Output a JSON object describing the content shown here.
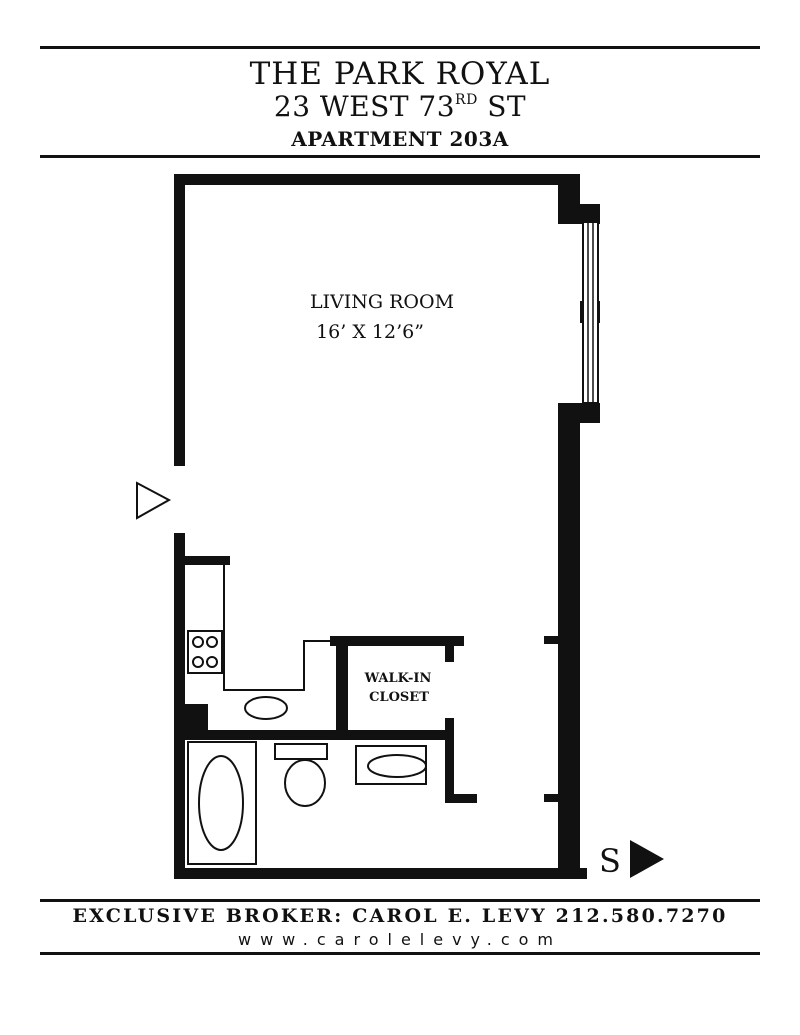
{
  "header": {
    "building_name": "THE PARK ROYAL",
    "address_prefix": "23 WEST 73",
    "address_ordinal": "RD",
    "address_suffix": " ST",
    "apartment": "APARTMENT 203A"
  },
  "rooms": {
    "living_room": {
      "label": "LIVING ROOM",
      "dimensions": "16’ X 12’6”"
    },
    "closet": {
      "label_line1": "WALK-IN",
      "label_line2": "CLOSET"
    }
  },
  "compass": {
    "label": "S"
  },
  "footer": {
    "broker": "EXCLUSIVE BROKER: CAROL E. LEVY 212.580.7270",
    "website": "www.carolelevy.com"
  }
}
